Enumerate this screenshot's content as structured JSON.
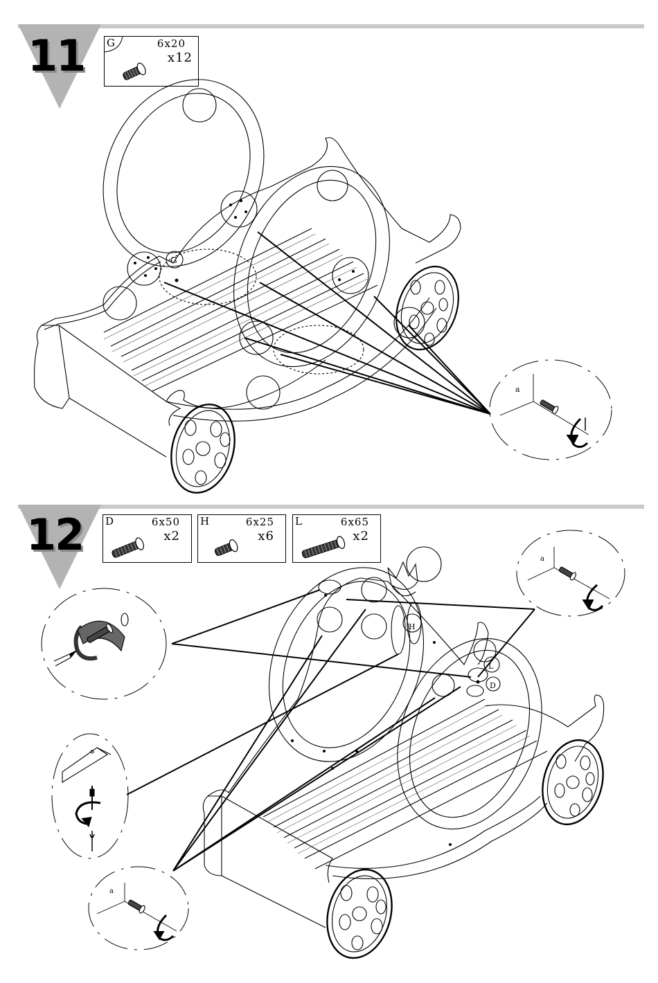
{
  "steps": [
    {
      "number": "11",
      "parts": [
        {
          "letter": "G",
          "size": "6x20",
          "qty": "x12",
          "icon": "bolt-icon"
        }
      ],
      "callout_labels": {
        "hole_label": "G",
        "detail_label": "a"
      }
    },
    {
      "number": "12",
      "parts": [
        {
          "letter": "D",
          "size": "6x50",
          "qty": "x2",
          "icon": "bolt-icon"
        },
        {
          "letter": "H",
          "size": "6x25",
          "qty": "x6",
          "icon": "bolt-icon"
        },
        {
          "letter": "L",
          "size": "6x65",
          "qty": "x2",
          "icon": "bolt-icon"
        }
      ],
      "callout_labels": {
        "hole_h": "H",
        "hole_l": "L",
        "hole_d": "D",
        "detail_top": "a",
        "detail_bottom": "a"
      }
    }
  ],
  "colors": {
    "bar": "#c9c9c9",
    "triangle": "#b3b3b3",
    "ink": "#000000"
  }
}
